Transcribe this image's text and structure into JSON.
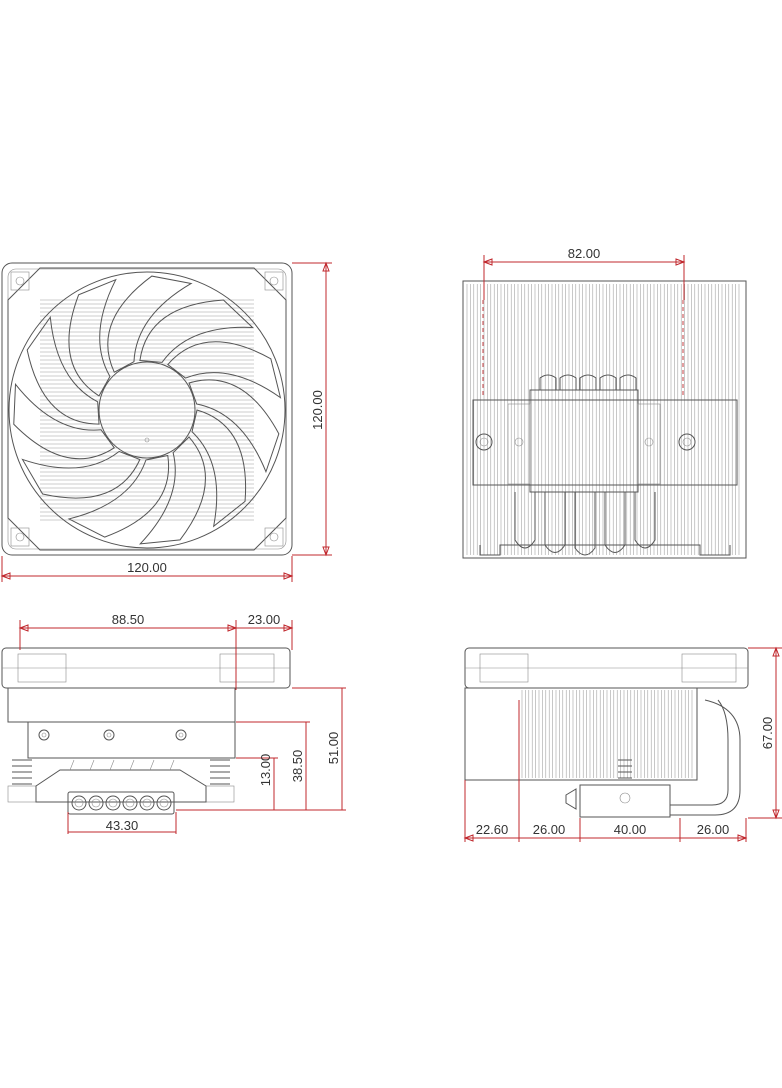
{
  "views": {
    "front": {
      "width_label": "120.00",
      "height_label": "120.00"
    },
    "top": {
      "width_label": "82.00"
    },
    "side": {
      "length_label": "88.50",
      "offset_label": "23.00",
      "base_label": "43.30",
      "dim_a_label": "13.00",
      "dim_b_label": "38.50",
      "dim_c_label": "51.00"
    },
    "rear": {
      "height_label": "67.00",
      "seg1_label": "22.60",
      "seg2_label": "26.00",
      "seg3_label": "40.00",
      "seg4_label": "26.00"
    }
  },
  "colors": {
    "line": "#555555",
    "dimension": "#c0282d",
    "background": "#ffffff"
  }
}
